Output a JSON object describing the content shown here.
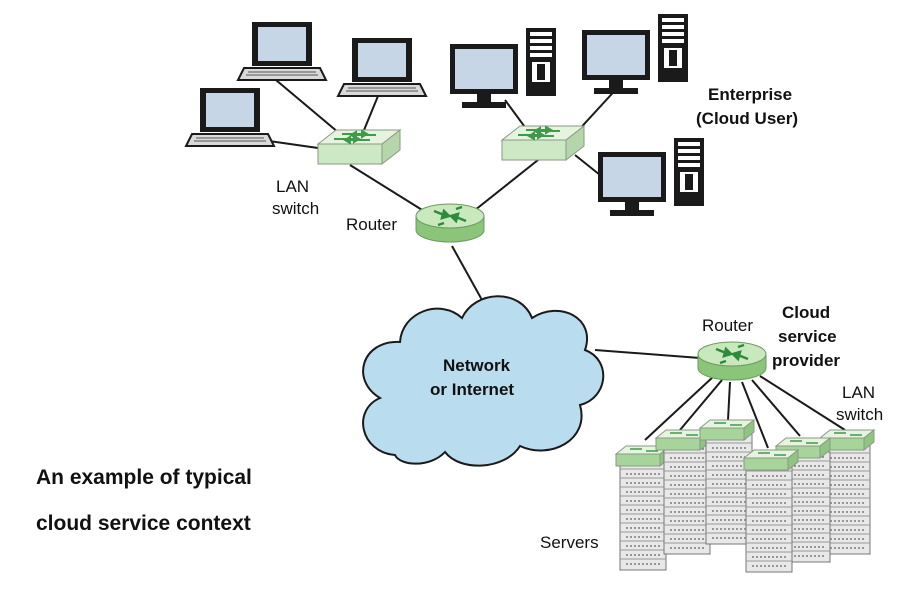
{
  "labels": {
    "lan_switch_1": "LAN",
    "lan_switch_2": "switch",
    "router_top": "Router",
    "enterprise_1": "Enterprise",
    "enterprise_2": "(Cloud User)",
    "cloud_1": "Network",
    "cloud_2": "or Internet",
    "router_right": "Router",
    "provider_1": "Cloud",
    "provider_2": "service",
    "provider_3": "provider",
    "lan_right_1": "LAN",
    "lan_right_2": "switch",
    "servers": "Servers"
  },
  "caption": {
    "line1": "An example of typical",
    "line2": "cloud service context"
  },
  "colors": {
    "cloud_fill": "#b9dcef",
    "switch_green": "#cde8c4",
    "router_green": "#9bd38a",
    "screen_blue": "#c6d6e6",
    "server_gray": "#e6e6e6"
  }
}
